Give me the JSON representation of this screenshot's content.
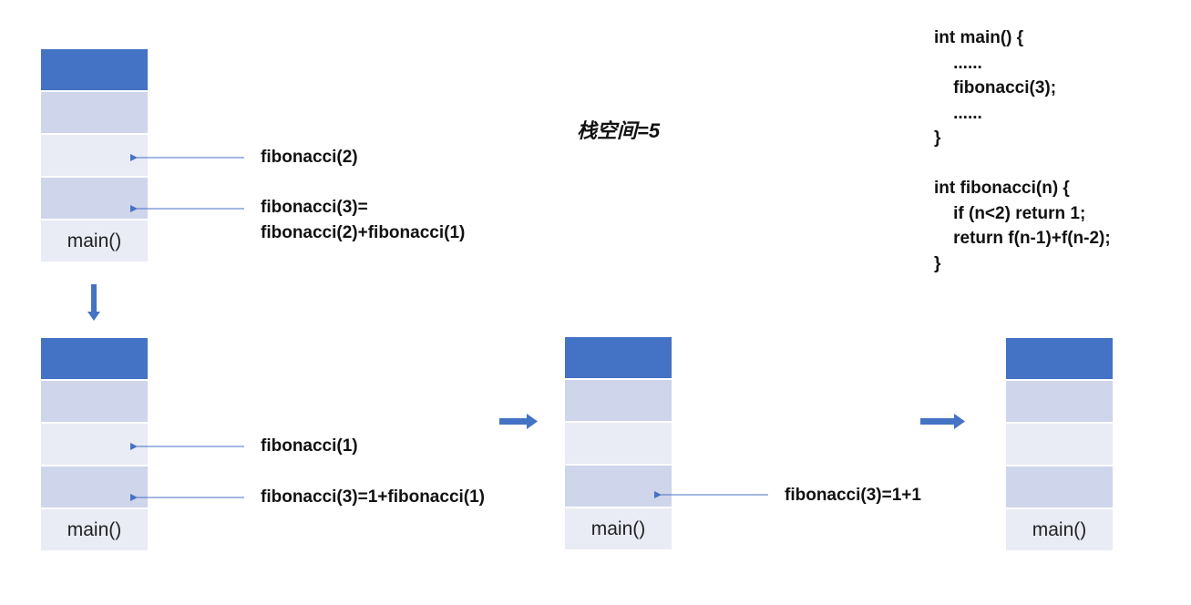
{
  "title": "栈空间=5",
  "stacks": [
    {
      "main_label": "main()"
    },
    {
      "main_label": "main()"
    },
    {
      "main_label": "main()"
    },
    {
      "main_label": "main()"
    }
  ],
  "annotations": {
    "s1_top": "fibonacci(2)",
    "s1_bottom_line1": "fibonacci(3)=",
    "s1_bottom_line2": "fibonacci(2)+fibonacci(1)",
    "s2_top": "fibonacci(1)",
    "s2_bottom": "fibonacci(3)=1+fibonacci(1)",
    "s3_bottom": "fibonacci(3)=1+1"
  },
  "code": [
    "int main() {",
    "    ......",
    "    fibonacci(3);",
    "    ......",
    "}",
    "",
    "int fibonacci(n) {",
    "    if (n<2) return 1;",
    "    return f(n-1)+f(n-2);",
    "}"
  ],
  "colors": {
    "frame_dark": "#4472c4",
    "frame_mid": "#cfd5ea",
    "frame_light": "#e9ebf5",
    "arrow": "#4472c4"
  }
}
